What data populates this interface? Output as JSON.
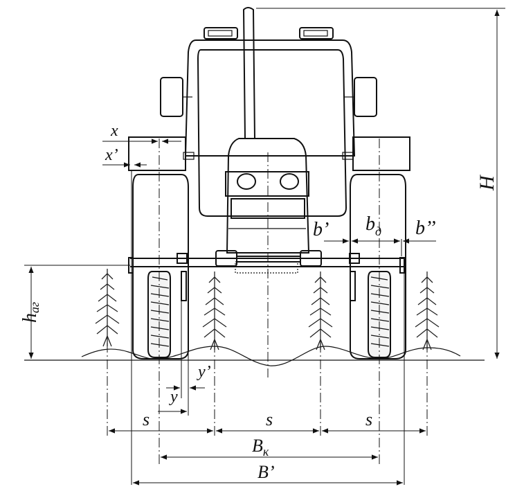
{
  "labels": {
    "x": "x",
    "x_prime": "x’",
    "y": "y",
    "y_prime": "y’",
    "b_prime": "b’",
    "b_d": "b",
    "b_d_sub": "д",
    "b_dprime": "b’’",
    "h": "h",
    "h_sub": "аг",
    "H": "H",
    "s_left": "s",
    "s_mid": "s",
    "s_right": "s",
    "Bk": "B",
    "Bk_sub": "к",
    "Bprime": "B’"
  },
  "colors": {
    "line": "#111111",
    "background": "#ffffff"
  }
}
